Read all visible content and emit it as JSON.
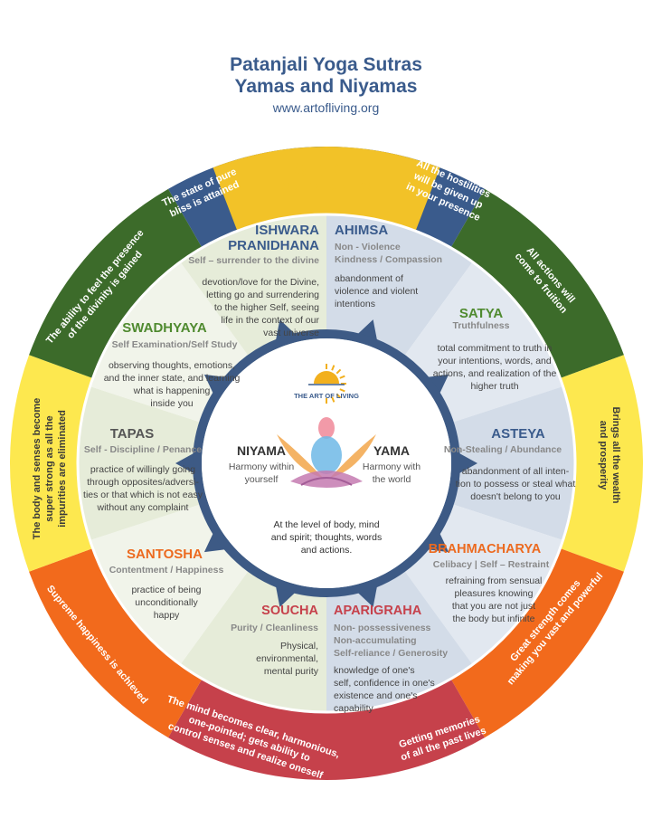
{
  "header": {
    "title_line1": "Patanjali Yoga Sutras",
    "title_line2": "Yamas and Niyamas",
    "website": "www.artofliving.org"
  },
  "siddhi": {
    "title": "SIDDHI",
    "subtitle": "SUPER POWERS"
  },
  "center": {
    "logo_text": "THE ART OF LIVING",
    "niyama": {
      "title": "NIYAMA",
      "desc": [
        "Harmony within",
        "yourself"
      ]
    },
    "yama": {
      "title": "YAMA",
      "desc": [
        "Harmony with",
        "the world"
      ]
    },
    "bottom": [
      "At the level of body, mind",
      "and spirit; thoughts, words",
      "and actions."
    ]
  },
  "yamas": [
    {
      "name": "AHIMSA",
      "meaning": [
        "Non - Violence",
        "Kindness / Compassion"
      ],
      "desc": [
        "abandonment of",
        "violence and violent",
        "intentions"
      ]
    },
    {
      "name": "SATYA",
      "meaning": [
        "Truthfulness"
      ],
      "desc": [
        "total commitment to truth in",
        "your intentions,  words, and",
        "actions, and realization of the",
        "higher truth"
      ]
    },
    {
      "name": "ASTEYA",
      "meaning": [
        "Non-Stealing / Abundance"
      ],
      "desc": [
        "abandonment of all inten-",
        "tion to possess or steal what",
        "doesn't belong to you"
      ]
    },
    {
      "name": "BRAHMACHARYA",
      "meaning": [
        "Celibacy | Self – Restraint"
      ],
      "desc": [
        "refraining from sensual",
        "pleasures knowing",
        "that you are not just",
        "the body but infinite"
      ]
    },
    {
      "name": "APARIGRAHA",
      "meaning": [
        "Non- possessiveness",
        "Non-accumulating",
        "Self-reliance / Generosity"
      ],
      "desc": [
        "knowledge of one's",
        "self, confidence in one's",
        "existence and one's",
        "capability"
      ]
    }
  ],
  "niyamas": [
    {
      "name": [
        "ISHWARA",
        "PRANIDHANA"
      ],
      "meaning": [
        "Self – surrender to the divine"
      ],
      "desc": [
        "devotion/love for the Divine,",
        "letting go and surrendering",
        "to the higher Self, seeing",
        "life in the context of our",
        "vast universe"
      ]
    },
    {
      "name": [
        "SWADHYAYA"
      ],
      "meaning": [
        "Self Examination/Self Study"
      ],
      "desc": [
        "observing thoughts, emotions,",
        "and the inner state, and learning",
        "what is happening",
        "inside you"
      ]
    },
    {
      "name": [
        "TAPAS"
      ],
      "meaning": [
        "Self - Discipline / Penance"
      ],
      "desc": [
        "practice of willingly going",
        "through opposites/adversi-",
        "ties or that which is not easy",
        "without any complaint"
      ]
    },
    {
      "name": [
        "SANTOSHA"
      ],
      "meaning": [
        "Contentment / Happiness"
      ],
      "desc": [
        "practice of being",
        "unconditionally",
        "happy"
      ]
    },
    {
      "name": [
        "SOUCHA"
      ],
      "meaning": [
        "Purity / Cleanliness"
      ],
      "desc": [
        "Physical,",
        "environmental,",
        "mental purity"
      ]
    }
  ],
  "outer_ring": [
    {
      "id": "ahimsa",
      "lines": [
        "All the hostilities",
        "will be given up",
        "in your presence"
      ]
    },
    {
      "id": "satya",
      "lines": [
        "All actions will",
        "come to fruition"
      ]
    },
    {
      "id": "asteya",
      "lines": [
        "Brings all the wealth",
        "and prosperity"
      ]
    },
    {
      "id": "brahmacharya",
      "lines": [
        "Great strength comes",
        "making you vast and powerful"
      ]
    },
    {
      "id": "aparigraha",
      "lines": [
        "Getting memories",
        "of all the past lives"
      ]
    },
    {
      "id": "soucha",
      "lines": [
        "The mind becomes clear, harmonious,",
        "one-pointed; gets ability to",
        "control senses and realize oneself"
      ]
    },
    {
      "id": "santosha",
      "lines": [
        "Supreme happiness is achieved"
      ]
    },
    {
      "id": "tapas",
      "lines": [
        "The body and senses become",
        "super strong as all the",
        "impurities are eliminated"
      ]
    },
    {
      "id": "swadhyaya",
      "lines": [
        "The ability to feel the presence",
        "of the divinity is gained"
      ]
    },
    {
      "id": "ishwara",
      "lines": [
        "The state of pure",
        "bliss is attained"
      ]
    }
  ],
  "colors": {
    "navy": "#3a5b8c",
    "gold": "#f2c228",
    "green": "#3c6b2a",
    "yellow": "#fde84f",
    "orange": "#f26a1c",
    "red": "#c6414b",
    "title_blue": "#3a5b8c",
    "green_text": "#4f8a2f",
    "orange_text": "#ec6a1f",
    "red_text": "#c6414b",
    "gray_text": "#555555",
    "ring_dark": "#3d5a85"
  }
}
